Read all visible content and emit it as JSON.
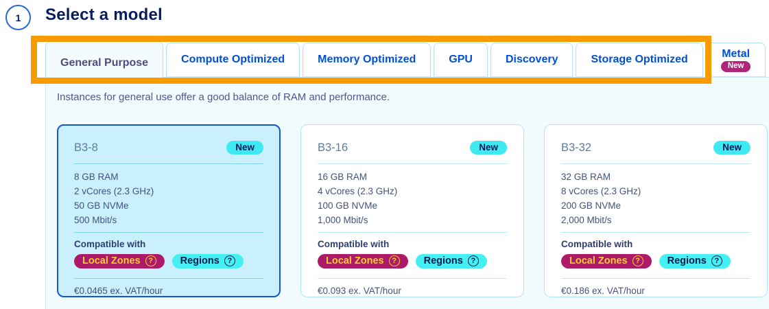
{
  "step": {
    "number": "1",
    "title": "Select a model"
  },
  "tabs": [
    {
      "label": "General Purpose",
      "active": true
    },
    {
      "label": "Compute Optimized",
      "active": false
    },
    {
      "label": "Memory Optimized",
      "active": false
    },
    {
      "label": "GPU",
      "active": false
    },
    {
      "label": "Discovery",
      "active": false
    },
    {
      "label": "Storage Optimized",
      "active": false
    },
    {
      "label": "Metal",
      "active": false,
      "badge": "New"
    }
  ],
  "description": "Instances for general use offer a good balance of RAM and performance.",
  "help_symbol": "?",
  "cards": [
    {
      "name": "B3-8",
      "badge": "New",
      "selected": true,
      "specs": [
        "8 GB RAM",
        "2 vCores (2.3 GHz)",
        "50 GB NVMe",
        "500 Mbit/s"
      ],
      "compatible_label": "Compatible with",
      "zones_label": "Local Zones",
      "regions_label": "Regions",
      "price": "€0.0465 ex. VAT/hour"
    },
    {
      "name": "B3-16",
      "badge": "New",
      "selected": false,
      "specs": [
        "16 GB RAM",
        "4 vCores (2.3 GHz)",
        "100 GB NVMe",
        "1,000 Mbit/s"
      ],
      "compatible_label": "Compatible with",
      "zones_label": "Local Zones",
      "regions_label": "Regions",
      "price": "€0.093 ex. VAT/hour"
    },
    {
      "name": "B3-32",
      "badge": "New",
      "selected": false,
      "specs": [
        "32 GB RAM",
        "8 vCores (2.3 GHz)",
        "200 GB NVMe",
        "2,000 Mbit/s"
      ],
      "compatible_label": "Compatible with",
      "zones_label": "Local Zones",
      "regions_label": "Regions",
      "price": "€0.186 ex. VAT/hour"
    }
  ],
  "colors": {
    "accent_blue": "#0050d7",
    "heading_navy": "#071c61",
    "highlight_orange": "#f89b00",
    "selected_card_bg": "#c9f0fc",
    "selected_card_border": "#1356d2",
    "new_badge_cyan": "#3ee9f2",
    "local_zones_magenta": "#ad1a67",
    "local_zones_text_yellow": "#ffd02e",
    "regions_cyan": "#45f0f2",
    "metal_new_magenta": "#b02579"
  }
}
